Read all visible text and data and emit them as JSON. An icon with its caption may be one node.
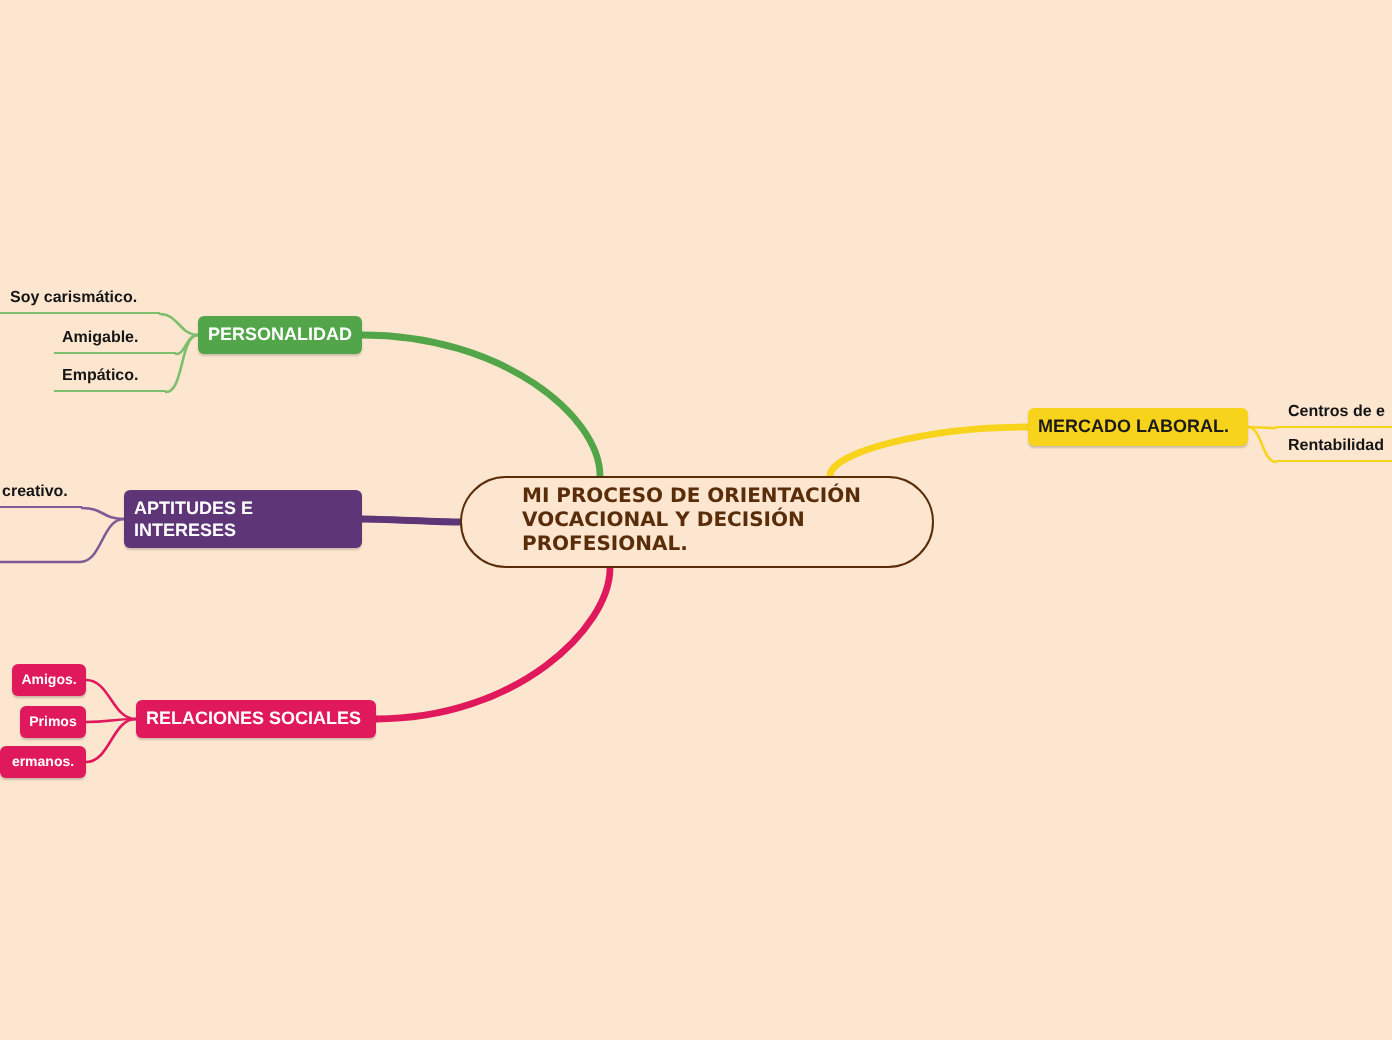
{
  "diagram": {
    "nodes": [
      {
        "text": [
          "MI PROCESO DE ORIENTACIÓN VOCACIONAL Y DECISIÓN PROFESIONAL."
        ]
      },
      {
        "text": [
          "PERSONALIDAD"
        ]
      },
      {
        "text": [
          "Soy carismático."
        ]
      },
      {
        "text": [
          "Amigable."
        ]
      },
      {
        "text": [
          "Empático."
        ]
      },
      {
        "text": [
          "APTITUDES E INTERESES"
        ]
      },
      {
        "text": [
          "creativo."
        ]
      },
      {
        "text": [
          "RELACIONES SOCIALES"
        ]
      },
      {
        "text": [
          "Amigos."
        ]
      },
      {
        "text": [
          "Primos"
        ]
      },
      {
        "text": [
          "ermanos."
        ]
      },
      {
        "text": [
          "MERCADO LABORAL."
        ]
      },
      {
        "text": [
          "Centros de e"
        ]
      },
      {
        "text": [
          "Rentabilidad"
        ]
      }
    ],
    "edges": [
      {
        "from": 0,
        "to": 1,
        "arrow": "none",
        "style": "thick",
        "color": "#52a548"
      },
      {
        "from": 1,
        "to": 2,
        "arrow": "none",
        "color": "#7dbf6c"
      },
      {
        "from": 1,
        "to": 3,
        "arrow": "none",
        "color": "#7dbf6c"
      },
      {
        "from": 1,
        "to": 4,
        "arrow": "none",
        "color": "#7dbf6c"
      },
      {
        "from": 0,
        "to": 5,
        "arrow": "none",
        "style": "thick",
        "color": "#5e3577"
      },
      {
        "from": 5,
        "to": 6,
        "arrow": "none",
        "color": "#7e5a96"
      },
      {
        "from": 5,
        "to": null,
        "arrow": "none",
        "color": "#7e5a96"
      },
      {
        "from": 0,
        "to": 7,
        "arrow": "none",
        "style": "thick",
        "color": "#e0195c"
      },
      {
        "from": 7,
        "to": 8,
        "arrow": "none",
        "color": "#e0195c"
      },
      {
        "from": 7,
        "to": 9,
        "arrow": "none",
        "color": "#e0195c"
      },
      {
        "from": 7,
        "to": 10,
        "arrow": "none",
        "color": "#e0195c"
      },
      {
        "from": 0,
        "to": 11,
        "arrow": "none",
        "style": "thick",
        "color": "#f8d31c"
      },
      {
        "from": 11,
        "to": 12,
        "arrow": "none",
        "color": "#f8d31c"
      },
      {
        "from": 11,
        "to": 13,
        "arrow": "none",
        "color": "#f8d31c"
      }
    ]
  }
}
